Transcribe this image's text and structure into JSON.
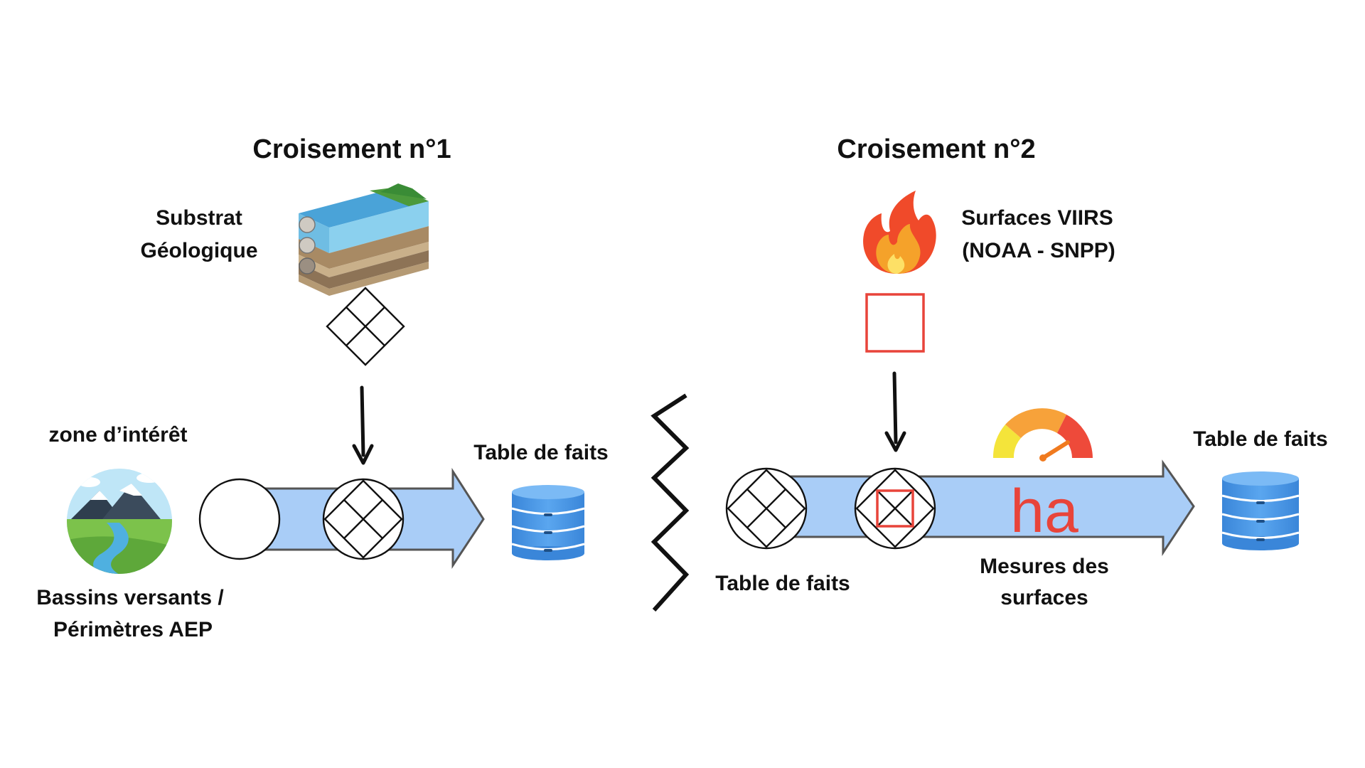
{
  "section1": {
    "title": "Croisement n°1",
    "substrate_line1": "Substrat",
    "substrate_line2": "Géologique",
    "zone_label": "zone d’intérêt",
    "basins_line1": "Bassins versants /",
    "basins_line2": "Périmètres AEP",
    "fact_table": "Table de faits"
  },
  "section2": {
    "title": "Croisement n°2",
    "viirs_line1": "Surfaces VIIRS",
    "viirs_line2": "(NOAA - SNPP)",
    "fact_table_left": "Table de faits",
    "unit": "ha",
    "measures_line1": "Mesures des",
    "measures_line2": "surfaces",
    "fact_table_right": "Table de faits"
  },
  "icons": {
    "geology": "geology-layers-icon",
    "landscape": "mountain-landscape-icon",
    "fire": "fire-icon",
    "gauge": "gauge-icon",
    "database": "database-icon",
    "intersection": "intersection-symbol-icon"
  },
  "colors": {
    "arrow_fill": "#a9cdf7",
    "arrow_stroke": "#555555",
    "database": "#3f8fe0",
    "accent_red": "#e8443a",
    "fire_orange": "#f07a1f"
  }
}
